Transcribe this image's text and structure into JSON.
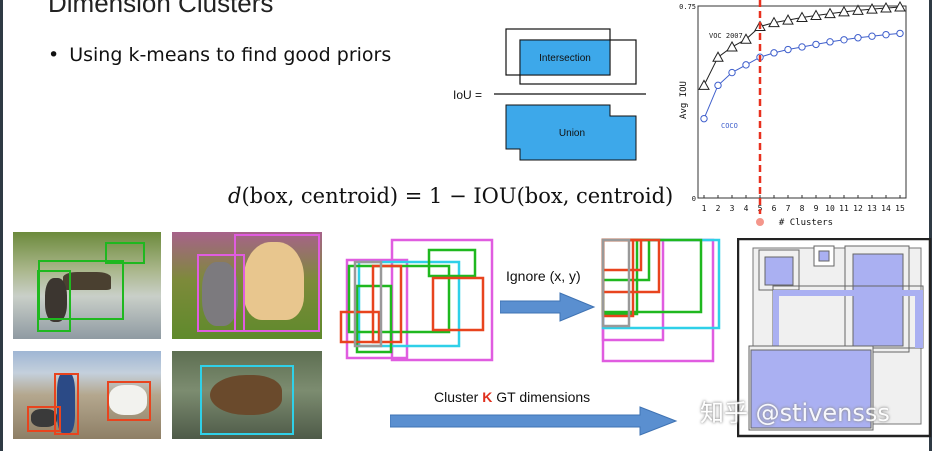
{
  "slide": {
    "title": "Dimension Clusters",
    "bullet": "Using k-means to find good priors",
    "iou_label": "IoU =",
    "intersection_label": "Intersection",
    "union_label": "Union",
    "formula": {
      "d": "d",
      "open": "(box, centroid) = 1 − IOU(box, centroid)"
    },
    "ignore_label": "Ignore (x, y)",
    "cluster_prefix": "Cluster ",
    "cluster_k": "K",
    "cluster_suffix": " GT dimensions",
    "watermark": "知乎 @stivensss"
  },
  "colors": {
    "intersection_fill": "#3da8ea",
    "union_fill": "#3da8ea",
    "arrow_blue": "#5a8fd0",
    "green": "#1fb81f",
    "red": "#e8441e",
    "magenta": "#e05ce0",
    "cyan": "#2fd0e8",
    "gray": "#999999",
    "cluster_fill": "#aab0f2"
  },
  "chart_data": {
    "type": "line",
    "ylabel": "Avg IOU",
    "xlabel": "# Clusters",
    "x": [
      1,
      2,
      3,
      4,
      5,
      6,
      7,
      8,
      9,
      10,
      11,
      12,
      13,
      14,
      15
    ],
    "xticks": [
      "1",
      "2",
      "3",
      "4",
      "5",
      "6",
      "7",
      "8",
      "9",
      "10",
      "11",
      "12",
      "13",
      "14",
      "15"
    ],
    "yticks": [
      "0",
      "0.75"
    ],
    "ylim": [
      0,
      0.75
    ],
    "series": [
      {
        "name": "VOC 2007",
        "marker": "triangle",
        "values": [
          0.44,
          0.55,
          0.59,
          0.62,
          0.67,
          0.685,
          0.695,
          0.705,
          0.713,
          0.72,
          0.727,
          0.733,
          0.738,
          0.742,
          0.746
        ]
      },
      {
        "name": "COCO",
        "marker": "circle",
        "values": [
          0.31,
          0.44,
          0.49,
          0.52,
          0.55,
          0.567,
          0.58,
          0.59,
          0.6,
          0.61,
          0.618,
          0.626,
          0.632,
          0.638,
          0.643
        ]
      }
    ],
    "vline_x": 5,
    "vline_color": "#e8301e",
    "grid": false,
    "legend": "inline"
  }
}
